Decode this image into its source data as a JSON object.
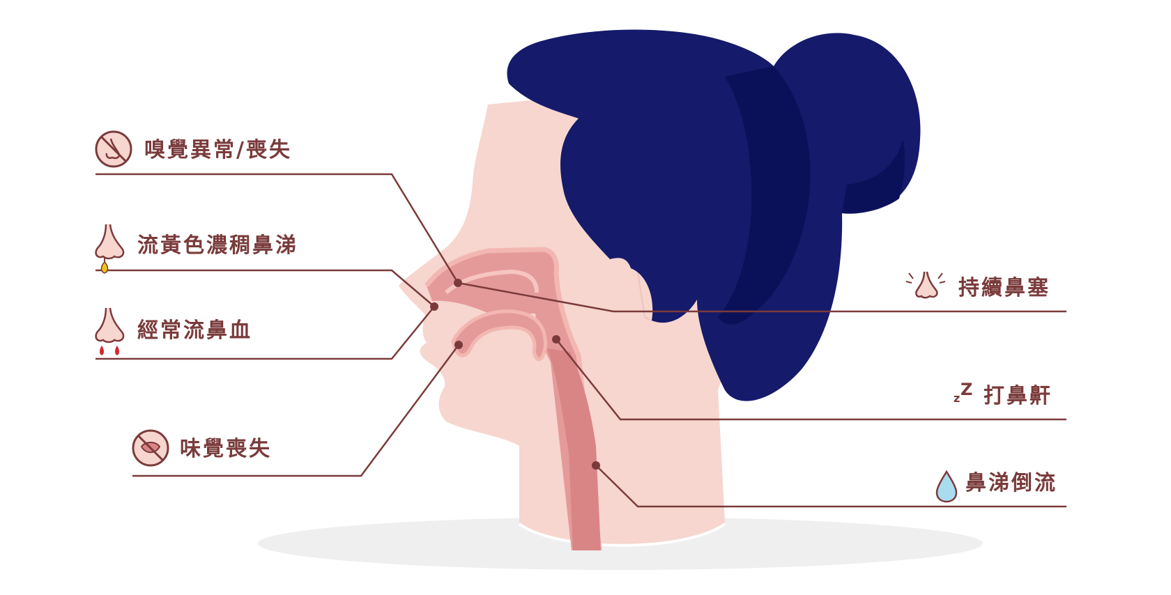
{
  "colors": {
    "label": "#7a3b3b",
    "line": "#7b3a3a",
    "hair": "#151a6b",
    "hair_shadow": "#0b1158",
    "skin": "#f6d6cf",
    "tract": "#e59a9a",
    "tract_dark": "#d98586",
    "ground": "#efefef",
    "drop_yellow": "#f0c419",
    "drop_red": "#d6262e",
    "drop_blue": "#a9dcef"
  },
  "symptoms": {
    "smell": {
      "label": "嗅覺異常/喪失",
      "icon": "nose-crossed-icon"
    },
    "yellow_mucus": {
      "label": "流黃色濃稠鼻涕",
      "icon": "nose-yellow-drip-icon"
    },
    "nosebleed": {
      "label": "經常流鼻血",
      "icon": "nose-blood-drip-icon"
    },
    "taste": {
      "label": "味覺喪失",
      "icon": "mouth-crossed-icon"
    },
    "congestion": {
      "label": "持續鼻塞",
      "icon": "nose-blocked-icon"
    },
    "snoring": {
      "label": "打鼻鼾",
      "icon": "zz-icon"
    },
    "postnasal": {
      "label": "鼻涕倒流",
      "icon": "water-drop-icon"
    }
  }
}
